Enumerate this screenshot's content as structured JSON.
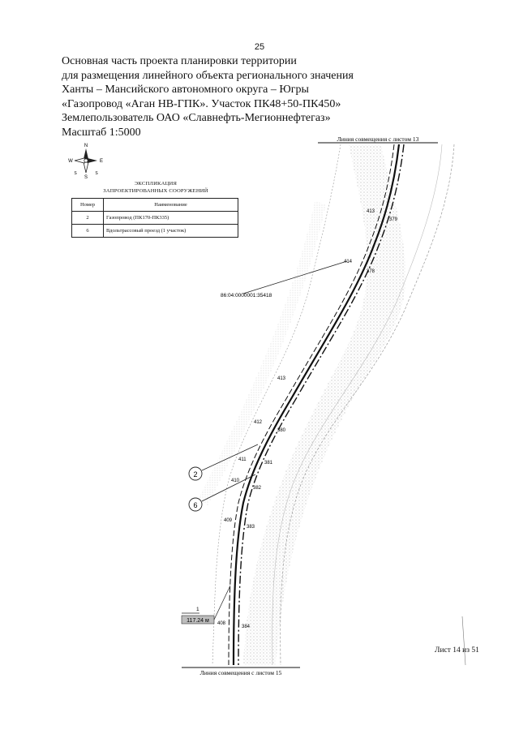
{
  "page": {
    "number": "25"
  },
  "title_lines": [
    "Основная часть проекта планировки территории",
    "для размещения линейного объекта регионального значения",
    "Ханты – Мансийского автономного округа – Югры",
    "«Газопровод «Аган НВ-ГПК». Участок ПК48+50-ПК450»",
    "Землепользователь ОАО «Славнефть-Мегионнефтегаз»",
    "Масштаб 1:5000"
  ],
  "compass": {
    "n": "N",
    "s": "S",
    "e": "E",
    "w": "W",
    "se": "S",
    "sw": "S"
  },
  "legend": {
    "title_line1": "ЭКСПЛИКАЦИЯ",
    "title_line2": "ЗАПРОЕКТИРОВАННЫХ СООРУЖЕНИЙ",
    "header": {
      "num": "Номер",
      "name": "Наименование"
    },
    "rows": [
      {
        "num": "2",
        "name": "Газопровод (ПК170-ПК335)"
      },
      {
        "num": "6",
        "name": "Вдольтрассовый проезд (1 участок)"
      }
    ]
  },
  "map": {
    "top_line_label": "Линия совмещения с листом 13",
    "bottom_line_label": "Линия совмещения с листом 15",
    "cadastral_label": "86:04:0000001:35418",
    "callouts": [
      "2",
      "6"
    ],
    "elevation_box": "117.24 м",
    "elevation_small": "1",
    "picket_labels": [
      "413",
      "379",
      "414",
      "378",
      "413",
      "412",
      "380",
      "411",
      "381",
      "410",
      "382",
      "409",
      "383",
      "408",
      "384"
    ]
  },
  "footer": {
    "sheet": "Лист 14 из 51"
  }
}
